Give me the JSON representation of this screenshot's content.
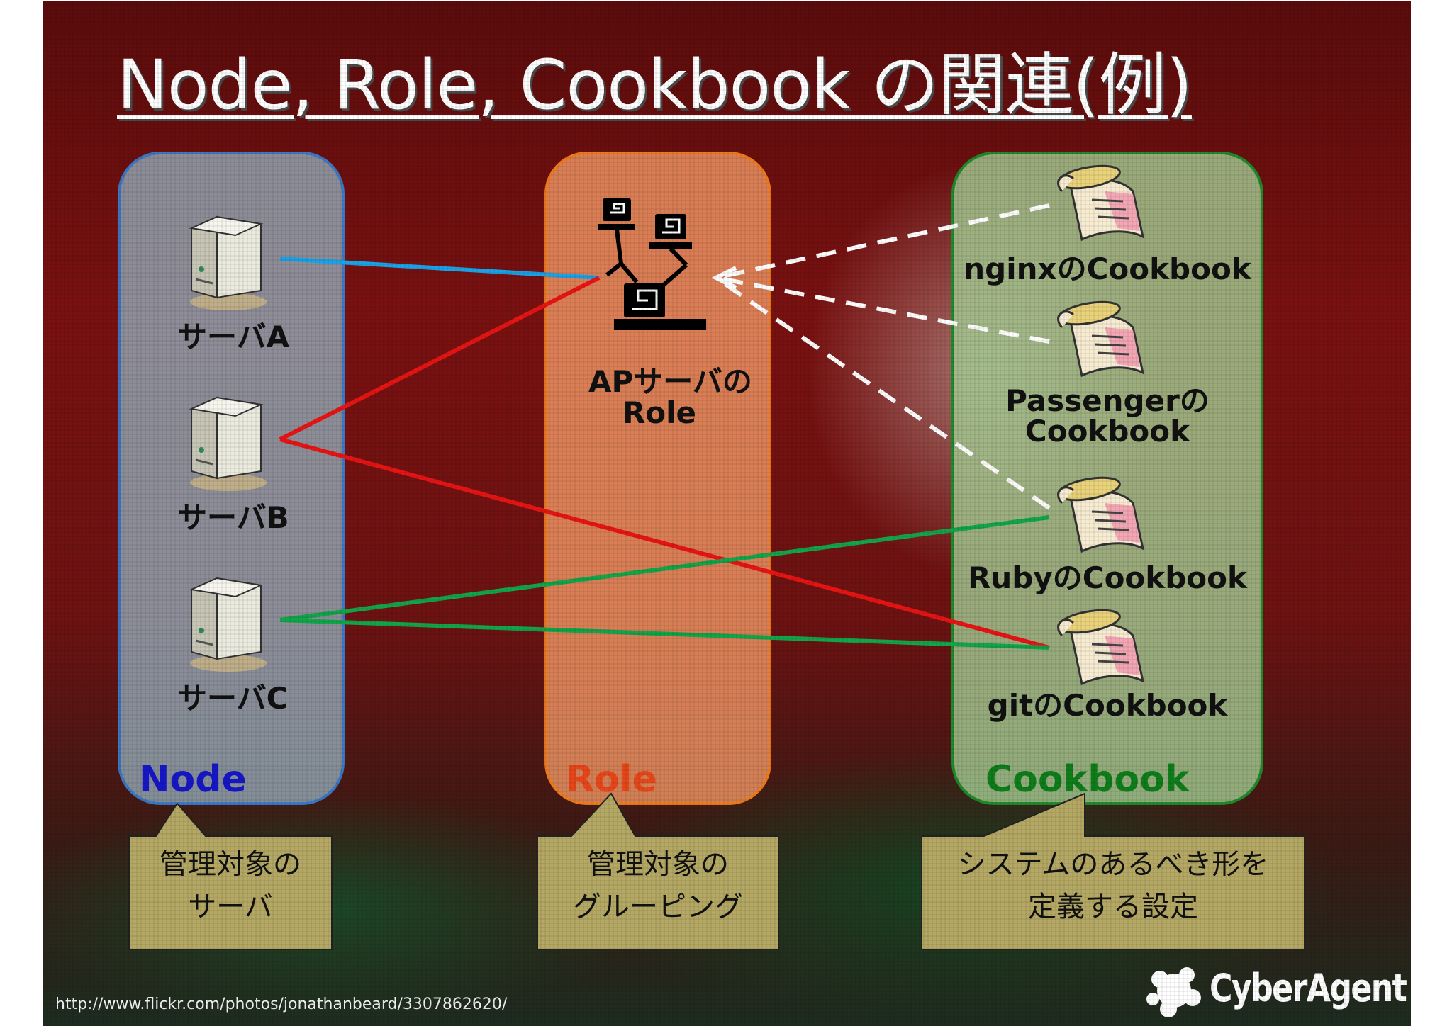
{
  "title": "Node, Role, Cookbook の関連(例)",
  "columns": {
    "node": {
      "title": "Node",
      "color": "#1616c8"
    },
    "role": {
      "title": "Role",
      "color": "#e8461a"
    },
    "cookbook": {
      "title": "Cookbook",
      "color": "#0e7d1a"
    }
  },
  "nodes": [
    {
      "label": "サーバA",
      "icon": "server-icon"
    },
    {
      "label": "サーバB",
      "icon": "server-icon"
    },
    {
      "label": "サーバC",
      "icon": "server-icon"
    }
  ],
  "role": {
    "line1": "APサーバの",
    "line2": "Role",
    "icon": "computer-network-icon"
  },
  "cookbooks": [
    {
      "label_line1": "nginxのCookbook",
      "label_line2": "",
      "icon": "scroll-icon"
    },
    {
      "label_line1": "Passengerの",
      "label_line2": "Cookbook",
      "icon": "scroll-icon"
    },
    {
      "label_line1": "RubyのCookbook",
      "label_line2": "",
      "icon": "scroll-icon"
    },
    {
      "label_line1": "gitのCookbook",
      "label_line2": "",
      "icon": "scroll-icon"
    }
  ],
  "connections": {
    "blue": {
      "color": "#1aa3e8",
      "from": "サーバA",
      "to": "APサーバのRole"
    },
    "red": {
      "color": "#e81414",
      "from": [
        "サーバB"
      ],
      "to": [
        "APサーバのRole",
        "gitのCookbook"
      ]
    },
    "green": {
      "color": "#12a54a",
      "from": "サーバC",
      "to": [
        "RubyのCookbook",
        "gitのCookbook"
      ]
    },
    "dashed": {
      "color": "#ffffff",
      "from": [
        "nginxのCookbook",
        "PassengerのCookbook",
        "RubyのCookbook"
      ],
      "to": "APサーバのRole"
    }
  },
  "callouts": {
    "node": {
      "line1": "管理対象の",
      "line2": "サーバ"
    },
    "role": {
      "line1": "管理対象の",
      "line2": "グルーピング"
    },
    "cookbook": {
      "line1": "システムのあるべき形を",
      "line2": "定義する設定"
    }
  },
  "callout_fill": "#b4a864",
  "credit": "http://www.flickr.com/photos/jonathanbeard/3307862620/",
  "brand": "CyberAgent"
}
